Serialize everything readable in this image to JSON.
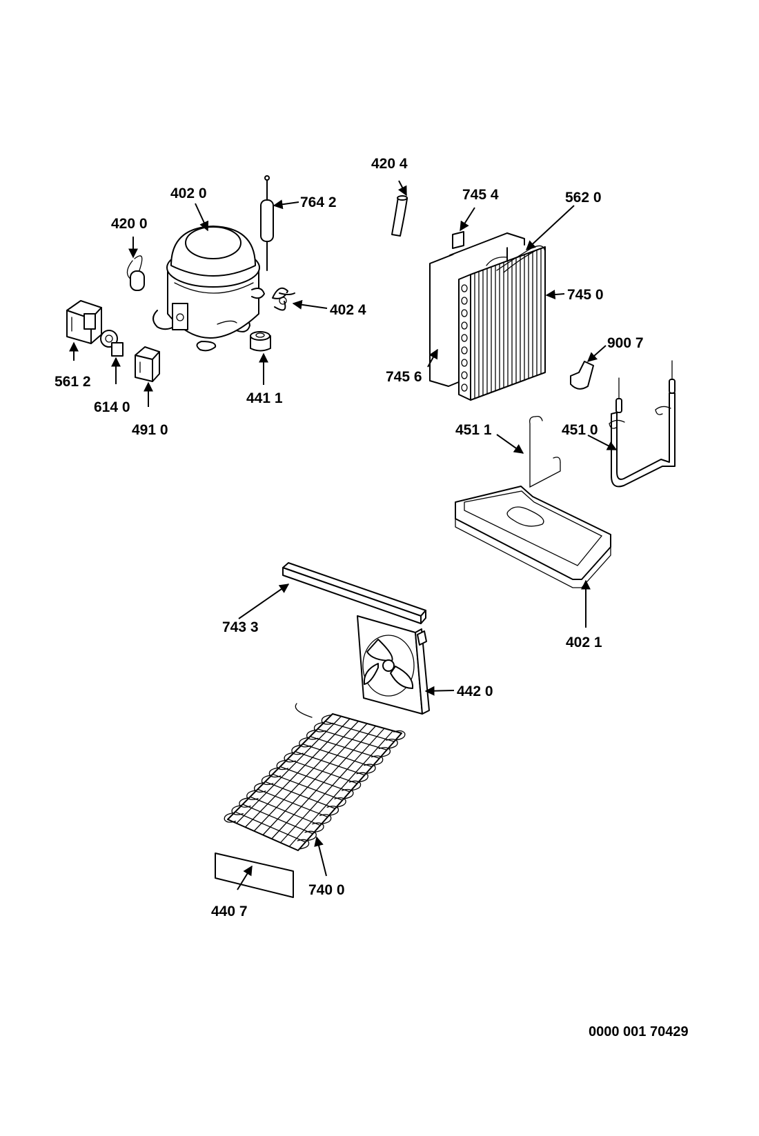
{
  "callouts": [
    {
      "id": "4204",
      "label": "420 4"
    },
    {
      "id": "7454",
      "label": "745 4"
    },
    {
      "id": "5620",
      "label": "562 0"
    },
    {
      "id": "4020",
      "label": "402 0"
    },
    {
      "id": "7642",
      "label": "764 2"
    },
    {
      "id": "4200",
      "label": "420 0"
    },
    {
      "id": "7450",
      "label": "745 0"
    },
    {
      "id": "4024",
      "label": "402 4"
    },
    {
      "id": "9007",
      "label": "900 7"
    },
    {
      "id": "7456",
      "label": "745 6"
    },
    {
      "id": "5612",
      "label": "561 2"
    },
    {
      "id": "4411",
      "label": "441 1"
    },
    {
      "id": "6140",
      "label": "614 0"
    },
    {
      "id": "4910",
      "label": "491 0"
    },
    {
      "id": "4511",
      "label": "451 1"
    },
    {
      "id": "4510",
      "label": "451 0"
    },
    {
      "id": "7433",
      "label": "743 3"
    },
    {
      "id": "4021",
      "label": "402 1"
    },
    {
      "id": "4420",
      "label": "442 0"
    },
    {
      "id": "7400",
      "label": "740 0"
    },
    {
      "id": "4407",
      "label": "440 7"
    }
  ],
  "document_number": "0000 001 70429"
}
